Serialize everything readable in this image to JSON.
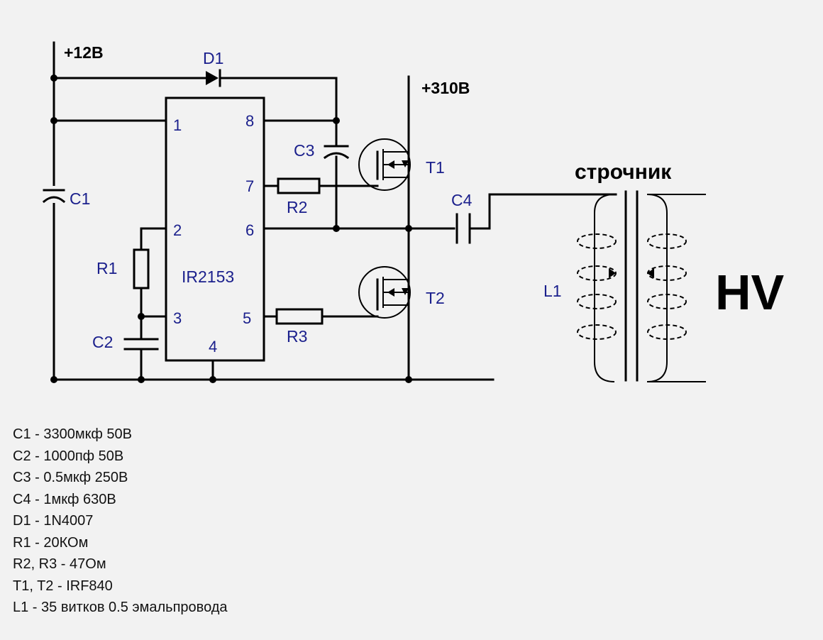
{
  "supplies": {
    "low": "+12В",
    "high": "+310В"
  },
  "ic": {
    "name": "IR2153",
    "pins": {
      "p1": "1",
      "p2": "2",
      "p3": "3",
      "p4": "4",
      "p5": "5",
      "p6": "6",
      "p7": "7",
      "p8": "8"
    }
  },
  "components": {
    "d1": "D1",
    "c1": "C1",
    "c2": "C2",
    "c3": "C3",
    "c4": "C4",
    "r1": "R1",
    "r2": "R2",
    "r3": "R3",
    "t1": "T1",
    "t2": "T2",
    "l1": "L1"
  },
  "transformer_label": "строчник",
  "output_label": "HV",
  "bom": [
    "C1 - 3300мкф 50В",
    "C2 - 1000пф 50В",
    "C3 - 0.5мкф 250В",
    "C4 - 1мкф 630В",
    "D1 - 1N4007",
    "R1 - 20КОм",
    "R2, R3 - 47Ом",
    "T1, T2 - IRF840",
    "L1 - 35 витков 0.5 эмальпровода"
  ]
}
